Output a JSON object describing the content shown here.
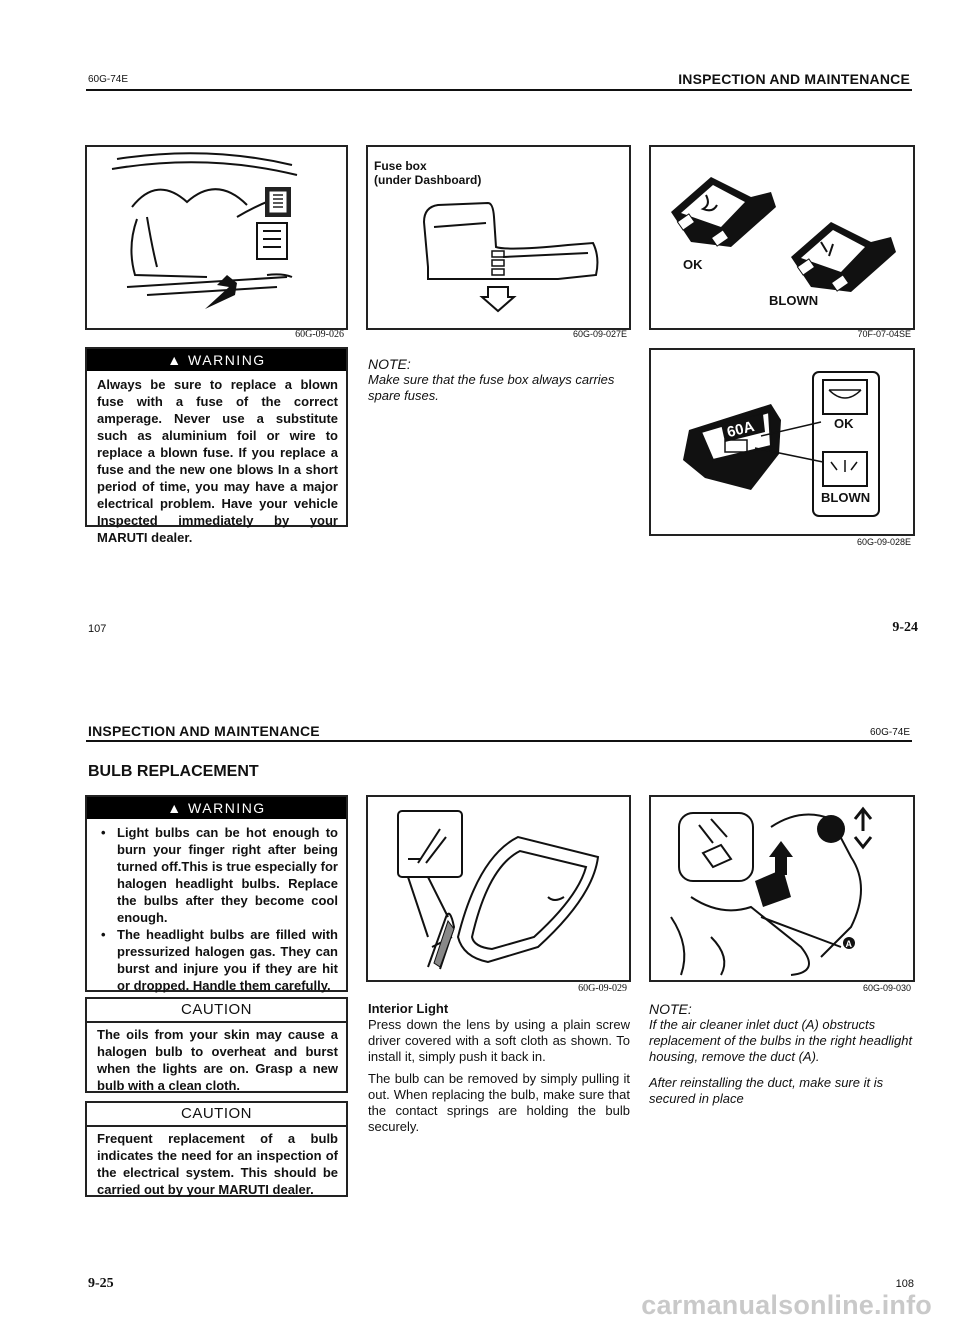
{
  "page1": {
    "header_code": "60G-74E",
    "header_title": "INSPECTION AND MAINTENANCE",
    "figures": [
      {
        "caption": "60G-09-026"
      },
      {
        "caption": "60G-09-027E",
        "labels": [
          "Fuse box",
          "(under Dashboard)"
        ]
      },
      {
        "caption": "70F-07-04SE",
        "labels": [
          "OK",
          "BLOWN"
        ]
      },
      {
        "caption": "60G-09-028E",
        "labels": [
          "60A",
          "OK",
          "BLOWN"
        ]
      }
    ],
    "warning": {
      "heading": "WARNING",
      "text": "Always be sure to replace a blown fuse with a fuse of the correct amperage. Never use a substitute such as aluminium foil or wire to replace a blown fuse. If you replace a fuse and the new one blows In a short period of time, you may have a major electrical problem. Have your vehicle Inspected immediately by your MARUTI dealer."
    },
    "note": {
      "label": "NOTE:",
      "text": "Make sure that the fuse box always carries spare fuses."
    },
    "page_left": "107",
    "page_right": "9-24"
  },
  "page2": {
    "header_title": "INSPECTION AND MAINTENANCE",
    "header_code": "60G-74E",
    "section_title": "BULB REPLACEMENT",
    "warning": {
      "heading": "WARNING",
      "items": [
        "Light bulbs can be hot enough to burn your finger right after being turned off.This is true especially for halogen headlight bulbs. Replace the bulbs after they become cool enough.",
        "The headlight bulbs are filled with pressurized halogen gas. They can burst and injure you if they are hit or dropped. Handle them carefully."
      ]
    },
    "caution1": {
      "heading": "CAUTION",
      "text": "The oils from your skin may cause a halogen bulb to overheat and burst when the lights are on. Grasp a new bulb with a clean cloth."
    },
    "caution2": {
      "heading": "CAUTION",
      "text": "Frequent replacement of a bulb indicates the need for an inspection of the electrical system. This should be carried out by your MARUTI dealer."
    },
    "figures": [
      {
        "caption": "60G-09-029"
      },
      {
        "caption": "60G-09-030",
        "labels": [
          "A"
        ]
      }
    ],
    "interior": {
      "title": "Interior Light",
      "para1": "Press down the lens by using a plain screw driver covered with a soft cloth as shown. To install it, simply push it back in.",
      "para2": "The bulb can be removed by simply pulling it out. When replacing the bulb, make sure that the contact springs are holding the bulb securely."
    },
    "note": {
      "label": "NOTE:",
      "text1": "If the air cleaner inlet duct (A) obstructs replacement of the bulbs in the right headlight housing, remove the duct (A).",
      "text2": "After reinstalling the duct, make sure it is secured in place"
    },
    "page_left": "9-25",
    "page_right": "108"
  },
  "watermark": "carmanualsonline.info"
}
